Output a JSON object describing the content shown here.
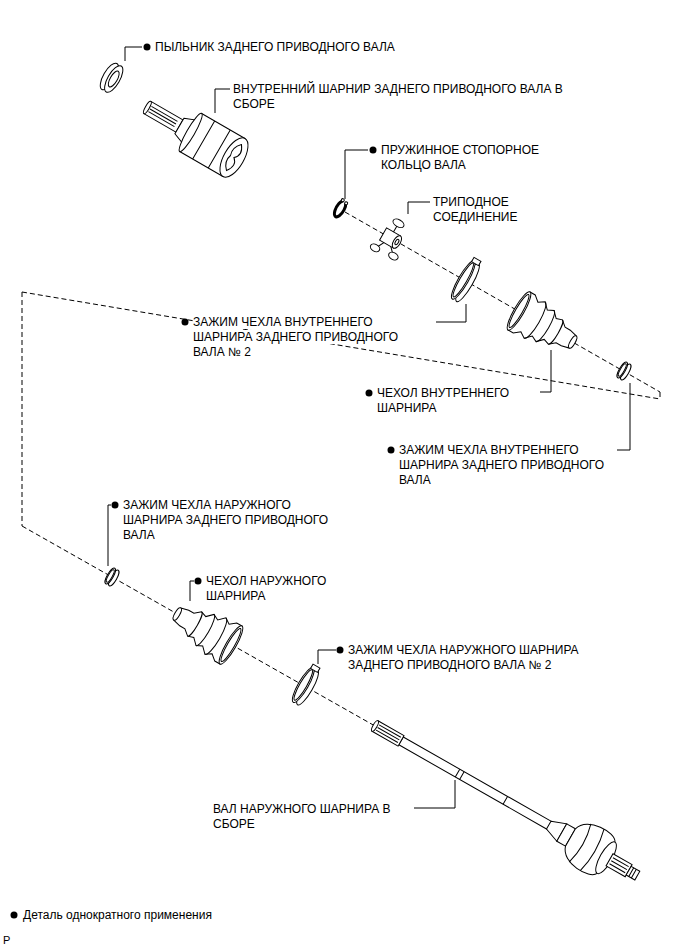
{
  "diagram": {
    "labels": [
      "ПЫЛЬНИК ЗАДНЕГО ПРИВОДНОГО ВАЛА",
      "ВНУТРЕННИЙ ШАРНИР ЗАДНЕГО ПРИВОДНОГО ВАЛА В СБОРЕ",
      "ПРУЖИННОЕ СТОПОРНОЕ КОЛЬЦО ВАЛА",
      "ТРИПОДНОЕ СОЕДИНЕНИЕ",
      "ЗАЖИМ ЧЕХЛА ВНУТРЕННЕГО ШАРНИРА ЗАДНЕГО ПРИВОДНОГО ВАЛА № 2",
      "ЧЕХОЛ ВНУТРЕННЕГО ШАРНИРА",
      "ЗАЖИМ ЧЕХЛА ВНУТРЕННЕГО ШАРНИРА ЗАДНЕГО ПРИВОДНОГО ВАЛА",
      "ЗАЖИМ ЧЕХЛА НАРУЖНОГО ШАРНИРА ЗАДНЕГО ПРИВОДНОГО ВАЛА",
      "ЧЕХОЛ НАРУЖНОГО ШАРНИРА",
      "ЗАЖИМ ЧЕХЛА НАРУЖНОГО ШАРНИРА ЗАДНЕГО ПРИВОДНОГО ВАЛА № 2",
      "ВАЛ НАРУЖНОГО ШАРНИРА В СБОРЕ",
      "P"
    ],
    "legend": [
      {
        "text": "Деталь однократного применения"
      }
    ]
  }
}
